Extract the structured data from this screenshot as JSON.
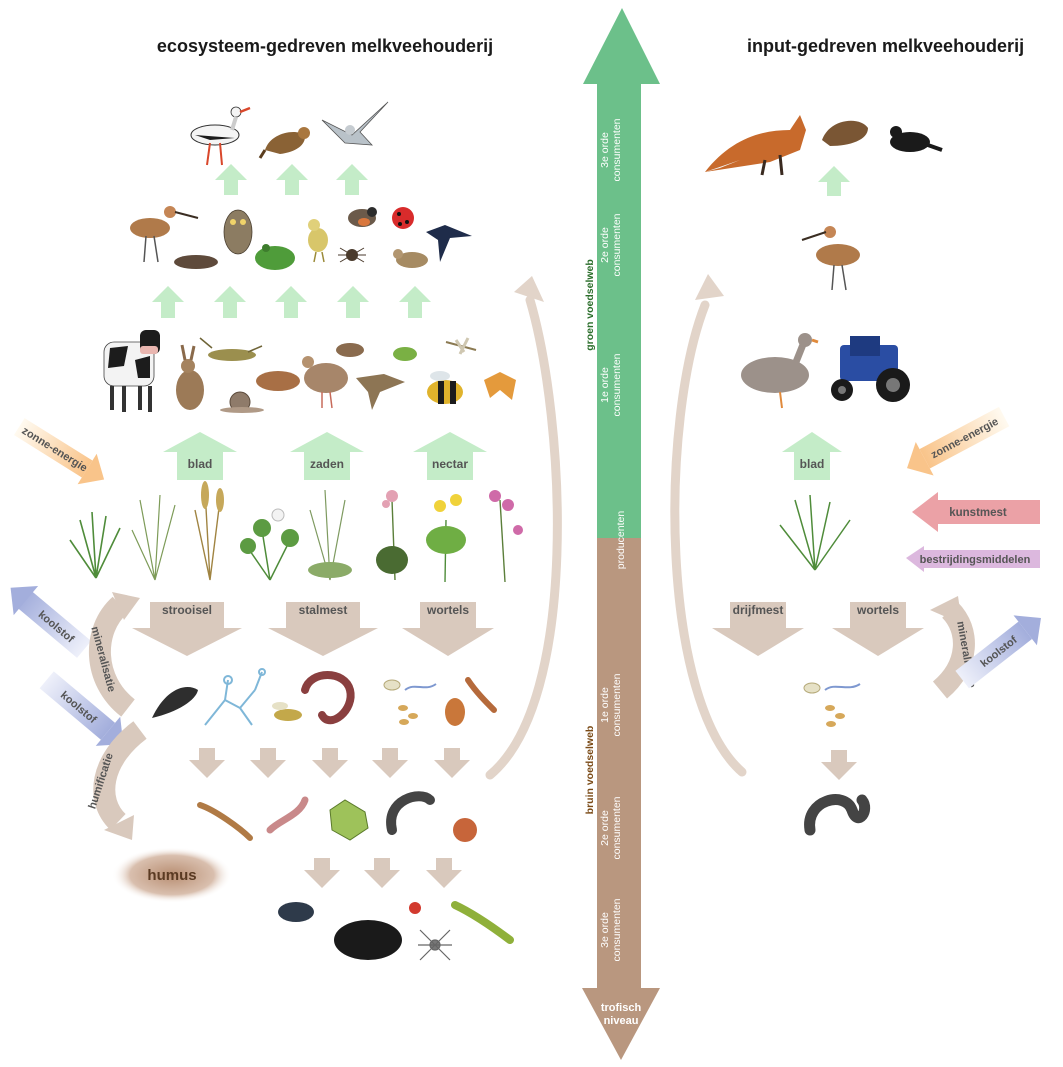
{
  "titles": {
    "left": "ecosysteem-gedreven melkveehouderij",
    "right": "input-gedreven melkveehouderij"
  },
  "axis": {
    "green_web": "groen voedselweb",
    "brown_web": "bruin voedselweb",
    "bottom_label_1": "trofisch",
    "bottom_label_2": "niveau",
    "levels": [
      {
        "line1": "3e orde",
        "line2": "consumenten"
      },
      {
        "line1": "2e orde",
        "line2": "consumenten"
      },
      {
        "line1": "1e orde",
        "line2": "consumenten"
      },
      {
        "line1": "producenten",
        "line2": ""
      },
      {
        "line1": "1e orde",
        "line2": "consumenten"
      },
      {
        "line1": "2e orde",
        "line2": "consumenten"
      },
      {
        "line1": "3e orde",
        "line2": "consumenten"
      }
    ],
    "colors": {
      "green": "#6cc08a",
      "brown": "#b9977f"
    }
  },
  "left": {
    "producer_outputs": [
      "blad",
      "zaden",
      "nectar"
    ],
    "decomposition_inputs": [
      "strooisel",
      "stalmest",
      "wortels"
    ],
    "solar": "zonne-energie",
    "carbon_out": "koolstof",
    "carbon_in": "koolstof",
    "mineralisation": "mineralisatie",
    "humification": "humificatie",
    "humus": "humus"
  },
  "right": {
    "producer_outputs": [
      "blad"
    ],
    "decomposition_inputs": [
      "drijfmest",
      "wortels"
    ],
    "solar": "zonne-energie",
    "fertilizer": "kunstmest",
    "pesticides": "bestrijdingsmiddelen",
    "carbon": "koolstof",
    "mineralisation": "mineralisatie"
  },
  "colors": {
    "arrow_up": "#c4ecc8",
    "arrow_down": "#d9c9bd",
    "solar": "#fbd3a3",
    "fertilizer": "#eba1a6",
    "pesticides": "#dcb8de",
    "carbon": "#aeb6e0",
    "humus": "#c19f87"
  }
}
